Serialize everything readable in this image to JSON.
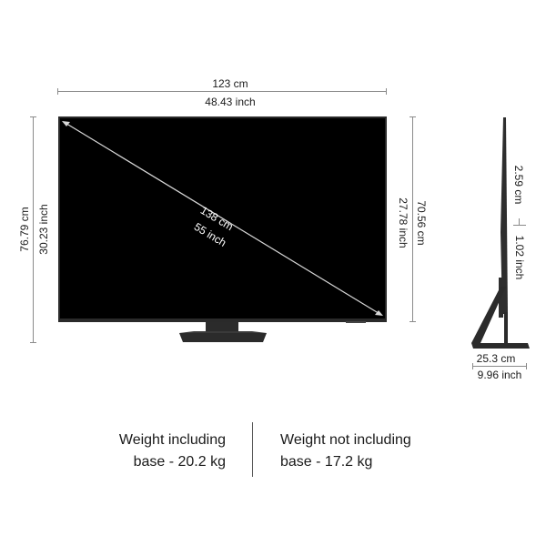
{
  "front_view": {
    "width": {
      "cm": "123 cm",
      "inch": "48.43 inch"
    },
    "total_height": {
      "cm": "76.79 cm",
      "inch": "30.23 inch"
    },
    "screen_height": {
      "cm": "70.56 cm",
      "inch": "27.78 inch"
    },
    "diagonal": {
      "cm": "138 cm",
      "inch": "55 inch"
    }
  },
  "side_view": {
    "depth": {
      "cm": "2.59 cm",
      "inch": "1.02 inch"
    },
    "stand_depth": {
      "cm": "25.3 cm",
      "inch": "9.96 inch"
    }
  },
  "weights": {
    "with_base": {
      "line1": "Weight including",
      "line2": "base - 20.2 kg"
    },
    "without_base": {
      "line1": "Weight not including",
      "line2": "base - 17.2 kg"
    }
  },
  "colors": {
    "screen": "#000000",
    "bezel": "#2a2a2a",
    "stand": "#2b2b2b",
    "dimension_line": "#8a8a8a"
  }
}
